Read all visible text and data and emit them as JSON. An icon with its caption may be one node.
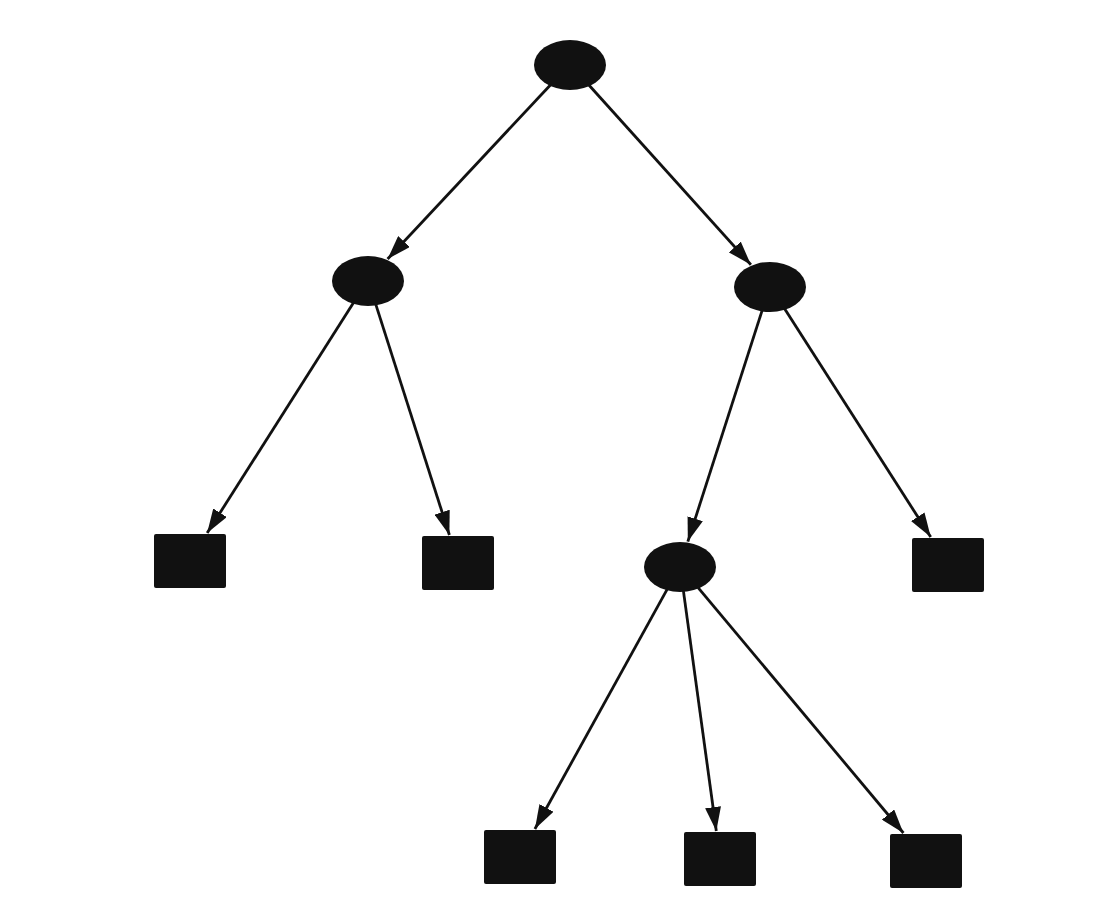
{
  "diagram": {
    "nodes": [
      {
        "text": [],
        "shape": "ellipse"
      },
      {
        "text": [],
        "shape": "ellipse"
      },
      {
        "text": [],
        "shape": "ellipse"
      },
      {
        "text": [],
        "shape": "box"
      },
      {
        "text": [],
        "shape": "box"
      },
      {
        "text": [],
        "shape": "ellipse"
      },
      {
        "text": [],
        "shape": "box"
      },
      {
        "text": [],
        "shape": "box"
      },
      {
        "text": [],
        "shape": "box"
      },
      {
        "text": [],
        "shape": "box"
      }
    ],
    "edges": [
      {
        "from": 0,
        "to": 1,
        "arrow": "to"
      },
      {
        "from": 0,
        "to": 2,
        "arrow": "to"
      },
      {
        "from": 1,
        "to": 3,
        "arrow": "to"
      },
      {
        "from": 1,
        "to": 4,
        "arrow": "to"
      },
      {
        "from": 2,
        "to": 5,
        "arrow": "to"
      },
      {
        "from": 2,
        "to": 6,
        "arrow": "to"
      },
      {
        "from": 5,
        "to": 7,
        "arrow": "to"
      },
      {
        "from": 5,
        "to": 8,
        "arrow": "to"
      },
      {
        "from": 5,
        "to": 9,
        "arrow": "to"
      }
    ]
  }
}
